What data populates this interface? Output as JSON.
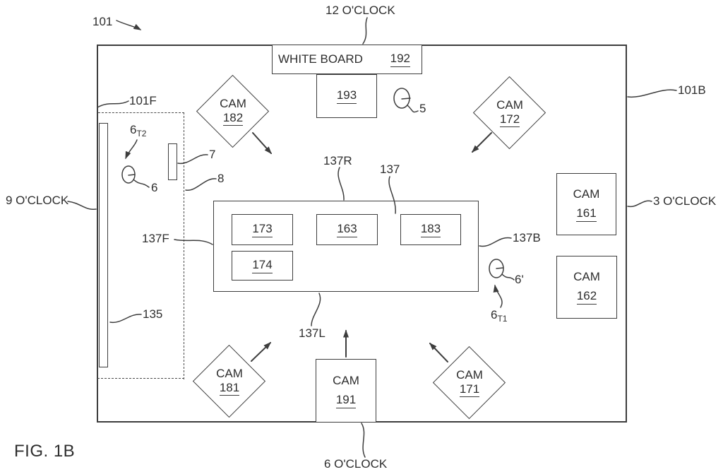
{
  "figure": {
    "title": "FIG. 1B",
    "room_ref": "101",
    "front_wall_ref": "101F",
    "back_wall_ref": "101B",
    "clock": {
      "twelve": "12 O'CLOCK",
      "three": "3 O'CLOCK",
      "six": "6 O'CLOCK",
      "nine": "9 O'CLOCK"
    },
    "whiteboard": {
      "label": "WHITE BOARD",
      "ref": "192"
    },
    "cam_label": "CAM",
    "cams": {
      "c161": "161",
      "c162": "162",
      "c171": "171",
      "c172": "172",
      "c181": "181",
      "c182": "182",
      "c191": "191"
    },
    "refs": {
      "r5": "5",
      "r6": "6",
      "r6p": "6'",
      "r7": "7",
      "r8": "8",
      "r135": "135",
      "r193": "193",
      "r137": "137",
      "r137r": "137R",
      "r137f": "137F",
      "r137b": "137B",
      "r137l": "137L",
      "r173": "173",
      "r163": "163",
      "r183": "183",
      "r174": "174",
      "t1": {
        "base": "6",
        "sub": "T1"
      },
      "t2": {
        "base": "6",
        "sub": "T2"
      }
    },
    "colors": {
      "line": "#3d3d3d",
      "text": "#2e2e2e",
      "background": "#ffffff"
    }
  }
}
